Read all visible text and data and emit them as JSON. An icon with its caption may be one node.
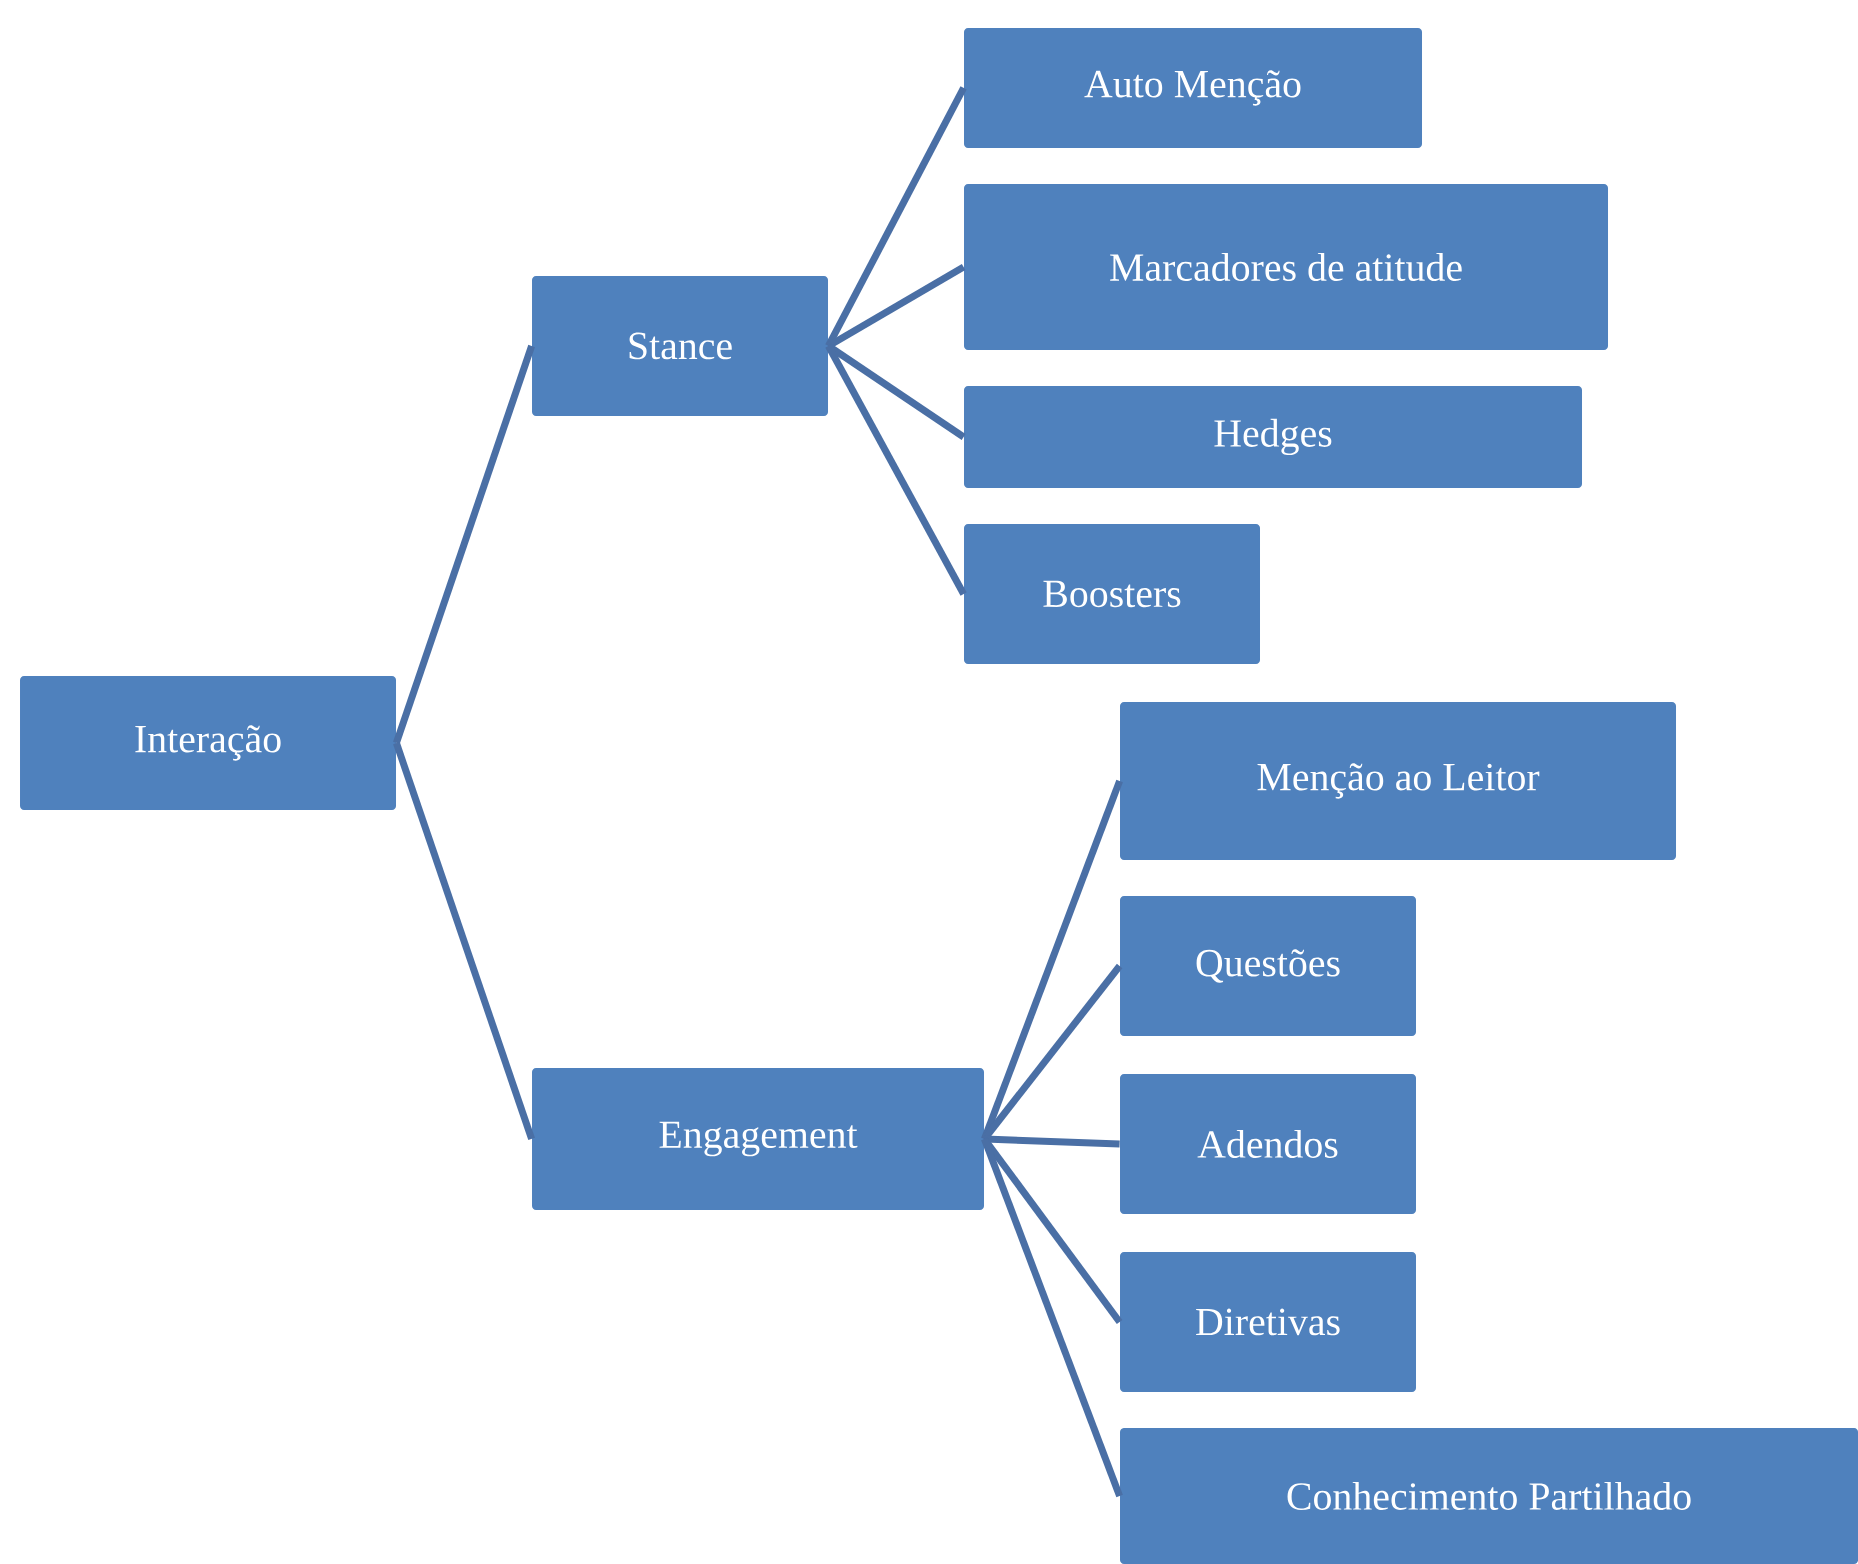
{
  "diagram": {
    "nodes": [
      {
        "text": [
          "Interação"
        ]
      },
      {
        "text": [
          "Stance"
        ]
      },
      {
        "text": [
          "Auto Menção"
        ]
      },
      {
        "text": [
          "Marcadores de atitude"
        ]
      },
      {
        "text": [
          "Hedges"
        ]
      },
      {
        "text": [
          "Boosters"
        ]
      },
      {
        "text": [
          "Engagement"
        ]
      },
      {
        "text": [
          "Menção ao Leitor"
        ]
      },
      {
        "text": [
          "Questões"
        ]
      },
      {
        "text": [
          "Adendos"
        ]
      },
      {
        "text": [
          "Diretivas"
        ]
      },
      {
        "text": [
          "Conhecimento Partilhado"
        ]
      }
    ],
    "edges": [
      {
        "from": 0,
        "to": 1,
        "arrow": "none"
      },
      {
        "from": 0,
        "to": 6,
        "arrow": "none"
      },
      {
        "from": 1,
        "to": 2,
        "arrow": "none"
      },
      {
        "from": 1,
        "to": 3,
        "arrow": "none"
      },
      {
        "from": 1,
        "to": 4,
        "arrow": "none"
      },
      {
        "from": 1,
        "to": 5,
        "arrow": "none"
      },
      {
        "from": 6,
        "to": 7,
        "arrow": "none"
      },
      {
        "from": 6,
        "to": 8,
        "arrow": "none"
      },
      {
        "from": 6,
        "to": 9,
        "arrow": "none"
      },
      {
        "from": 6,
        "to": 10,
        "arrow": "none"
      },
      {
        "from": 6,
        "to": 11,
        "arrow": "none"
      }
    ]
  }
}
